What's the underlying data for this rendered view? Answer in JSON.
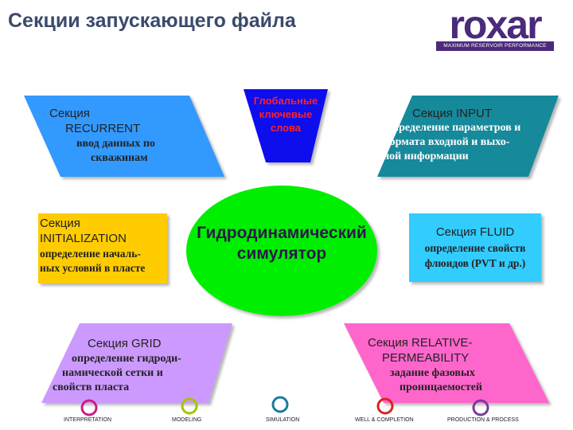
{
  "title": "Секции запускающего файла",
  "logo": {
    "word": "roxar",
    "tagline": "MAXIMUM RESERVOIR PERFORMANCE",
    "color": "#4b2a7b"
  },
  "center": {
    "line1": "Гидродинамический",
    "line2": "симулятор",
    "color": "#00ee00"
  },
  "sections": {
    "global": {
      "line1": "Глобальные",
      "line2": "ключевые",
      "line3": "слова",
      "color": "#1010ee"
    },
    "recurrent": {
      "line1": "Секция",
      "line2": "RECURRENT",
      "line3": "ввод данных по",
      "line4": "скважинам",
      "color": "#3399ff"
    },
    "input": {
      "line1": "Секция INPUT",
      "line2": "определение параметров и",
      "line3": "формата входной и выхо-",
      "line4": "дной информации",
      "color": "#13899b"
    },
    "initialization": {
      "line1": "Секция",
      "line2": "INITIALIZATION",
      "line3": "определение началь-",
      "line4": "ных условий в пласте",
      "color": "#ffcc00"
    },
    "fluid": {
      "line1": "Секция FLUID",
      "line2": "определение свойств",
      "line3": "флюидов (PVT и др.)",
      "color": "#33ccff"
    },
    "grid": {
      "line1": "Секция GRID",
      "line2": "определение гидроди-",
      "line3": "намической сетки и",
      "line4": "свойств пласта",
      "color": "#cc99ff"
    },
    "relperm": {
      "line1": "Секция RELATIVE-",
      "line2": "PERMEABILITY",
      "line3": "задание фазовых",
      "line4": "проницаемостей",
      "color": "#ff66cc"
    }
  },
  "bottom_labels": [
    "INTERPRETATION",
    "MODELING",
    "SIMULATION",
    "WELL & COMPLETION",
    "PRODUCTION & PROCESS"
  ]
}
